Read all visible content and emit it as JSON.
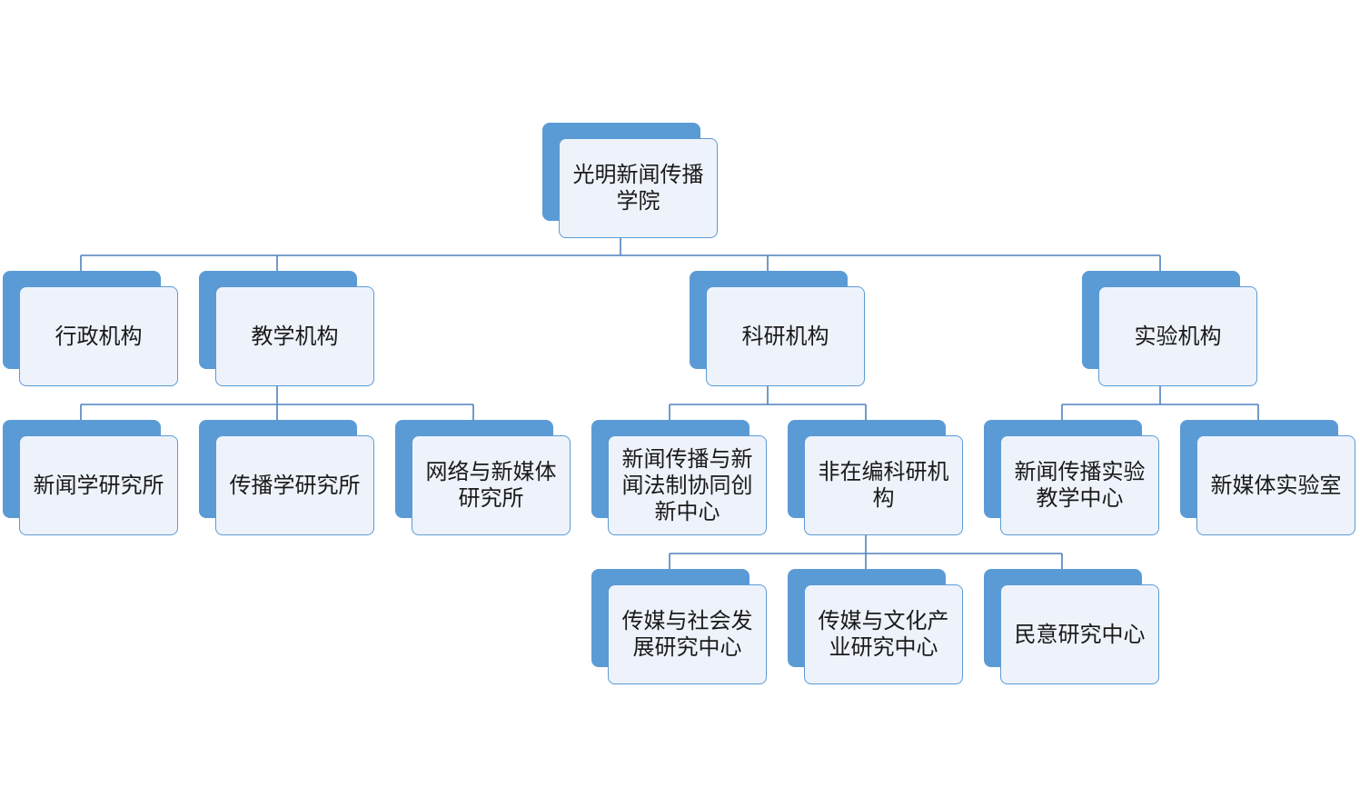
{
  "chart_data": {
    "type": "org-chart",
    "nodes": [
      {
        "id": "root",
        "label": "光明新闻传播学院",
        "parent": null
      },
      {
        "id": "admin",
        "label": "行政机构",
        "parent": "root"
      },
      {
        "id": "teaching",
        "label": "教学机构",
        "parent": "root"
      },
      {
        "id": "research",
        "label": "科研机构",
        "parent": "root"
      },
      {
        "id": "lab",
        "label": "实验机构",
        "parent": "root"
      },
      {
        "id": "journalism-inst",
        "label": "新闻学研究所",
        "parent": "teaching"
      },
      {
        "id": "communication-inst",
        "label": "传播学研究所",
        "parent": "teaching"
      },
      {
        "id": "newmedia-inst",
        "label": "网络与新媒体研究所",
        "parent": "teaching"
      },
      {
        "id": "innovation-center",
        "label": "新闻传播与新闻法制协同创新中心",
        "parent": "research"
      },
      {
        "id": "nonstaff-research",
        "label": "非在编科研机构",
        "parent": "research"
      },
      {
        "id": "teaching-lab-center",
        "label": "新闻传播实验教学中心",
        "parent": "lab"
      },
      {
        "id": "newmedia-lab",
        "label": "新媒体实验室",
        "parent": "lab"
      },
      {
        "id": "media-society",
        "label": "传媒与社会发展研究中心",
        "parent": "nonstaff-research"
      },
      {
        "id": "media-culture",
        "label": "传媒与文化产业研究中心",
        "parent": "nonstaff-research"
      },
      {
        "id": "public-opinion",
        "label": "民意研究中心",
        "parent": "nonstaff-research"
      }
    ]
  },
  "colors": {
    "node_fill": "#5b9bd5",
    "card_fill": "#eef3fb",
    "connector": "#4f81bd"
  }
}
